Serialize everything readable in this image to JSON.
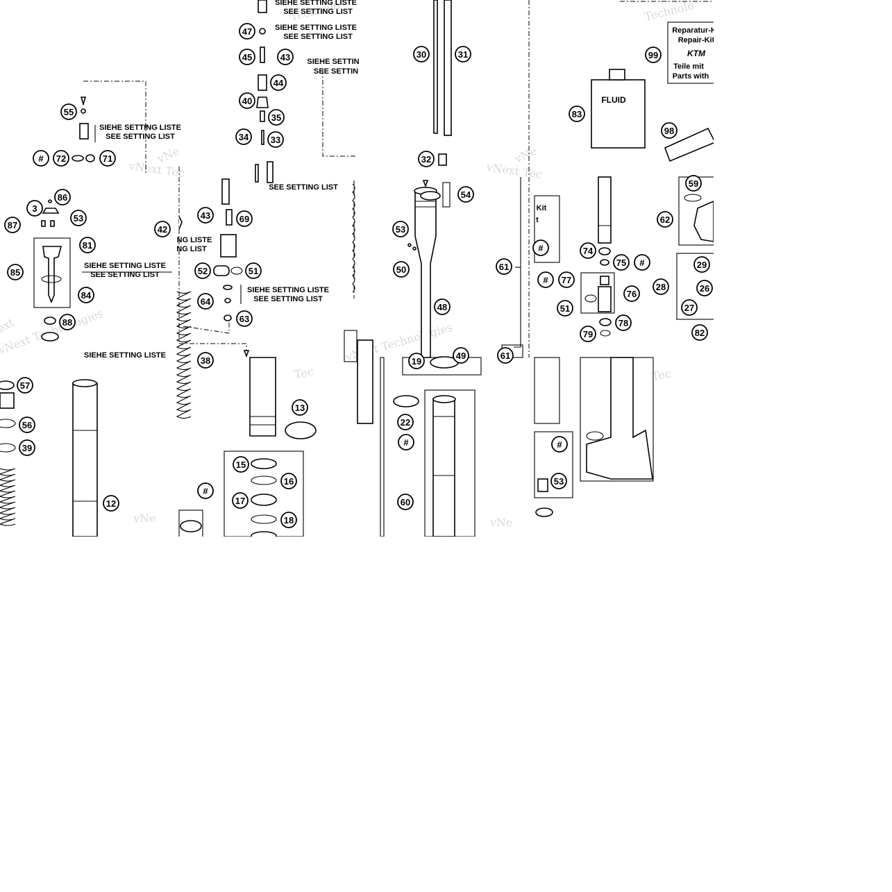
{
  "diagram": {
    "title": "",
    "setting_note_de": "SIEHE SETTING LISTE",
    "setting_note_en": "SEE SETTING LIST",
    "setting_note_de_partial": "SIEHE SETTIN",
    "setting_note_en_partial": "SEE SETTIN",
    "setting_note_de_tail": "NG LISTE",
    "setting_note_en_tail": "NG LIST",
    "fluid_label": "FLUID",
    "repair_kit": {
      "line1": "Reparatur-K",
      "line2": "Repair-Kit",
      "brand": "KTM",
      "line3": "Teile mit",
      "line4": "Parts with"
    },
    "kit_label": "Kit",
    "kit_label2": "t",
    "watermark_a": "vNext Tec",
    "watermark_b": "Technolo",
    "watermark_c": "vNext Technologies",
    "watermark_d": "ext",
    "watermark_e": "vNe",
    "watermark_f": "Tec",
    "callouts": [
      "#",
      "3",
      "12",
      "13",
      "15",
      "16",
      "17",
      "18",
      "19",
      "22",
      "26",
      "27",
      "28",
      "29",
      "30",
      "31",
      "32",
      "33",
      "34",
      "35",
      "38",
      "39",
      "40",
      "42",
      "43",
      "44",
      "45",
      "47",
      "48",
      "49",
      "50",
      "51",
      "52",
      "53",
      "54",
      "55",
      "56",
      "57",
      "59",
      "60",
      "61",
      "62",
      "63",
      "64",
      "69",
      "71",
      "72",
      "74",
      "75",
      "76",
      "77",
      "78",
      "79",
      "81",
      "82",
      "83",
      "84",
      "85",
      "86",
      "87",
      "88",
      "98",
      "99"
    ]
  }
}
